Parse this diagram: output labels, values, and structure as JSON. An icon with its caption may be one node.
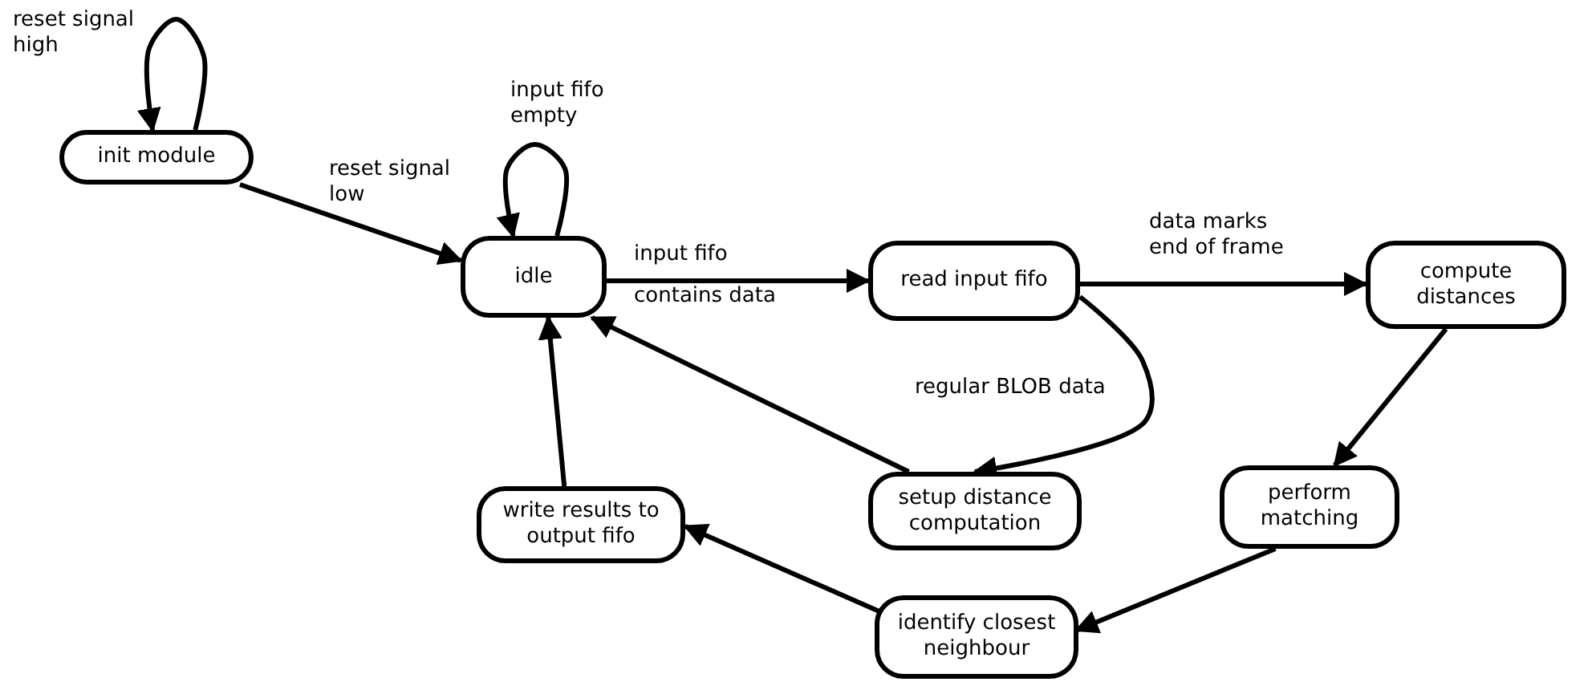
{
  "diagram": {
    "nodes": [
      {
        "text": [
          "init module"
        ]
      },
      {
        "text": [
          "idle"
        ]
      },
      {
        "text": [
          "read input fifo"
        ]
      },
      {
        "text": [
          "compute distances"
        ]
      },
      {
        "text": [
          "setup distance computation"
        ]
      },
      {
        "text": [
          "perform matching"
        ]
      },
      {
        "text": [
          "write results to output fifo"
        ]
      },
      {
        "text": [
          "identify closest neighbour"
        ]
      }
    ],
    "edges": [
      {
        "from": 0,
        "to": 0,
        "arrow": "to",
        "label": "reset signal high"
      },
      {
        "from": 0,
        "to": 1,
        "arrow": "to",
        "label": "reset signal low"
      },
      {
        "from": 1,
        "to": 1,
        "arrow": "to",
        "label": "input fifo empty"
      },
      {
        "from": 1,
        "to": 2,
        "arrow": "to",
        "label": "input fifo contains data"
      },
      {
        "from": 2,
        "to": 3,
        "arrow": "to",
        "label": "data marks end of frame"
      },
      {
        "from": 2,
        "to": 4,
        "arrow": "to",
        "label": "regular BLOB data"
      },
      {
        "from": 4,
        "to": 1,
        "arrow": "to"
      },
      {
        "from": 3,
        "to": 5,
        "arrow": "to"
      },
      {
        "from": 5,
        "to": 7,
        "arrow": "to"
      },
      {
        "from": 7,
        "to": 6,
        "arrow": "to"
      },
      {
        "from": 6,
        "to": 1,
        "arrow": "to"
      }
    ]
  }
}
